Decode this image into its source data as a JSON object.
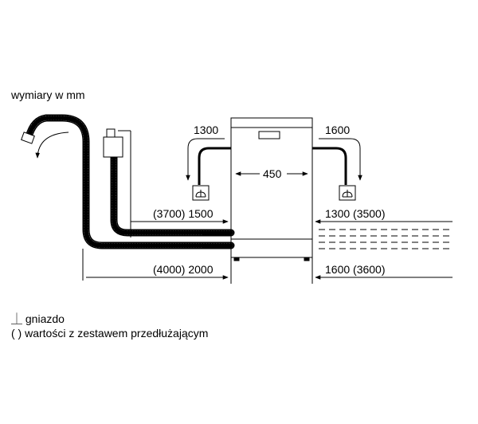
{
  "units_note": "wymiary w mm",
  "dimensions": {
    "drain_left": "1300",
    "drain_right": "1600",
    "width": "450",
    "hose_left_upper": "(3700) 1500",
    "hose_right_upper": "1300 (3500)",
    "hose_left_lower": "(4000) 2000",
    "hose_right_lower": "1600 (3600)"
  },
  "legend": {
    "socket_symbol": "⏊",
    "socket_label": "gniazdo",
    "extension_symbol": "( )",
    "extension_label": "wartości z zestawem przedłużającym"
  },
  "colors": {
    "line": "#000000",
    "hose": "#000000",
    "dash": "#000000"
  }
}
